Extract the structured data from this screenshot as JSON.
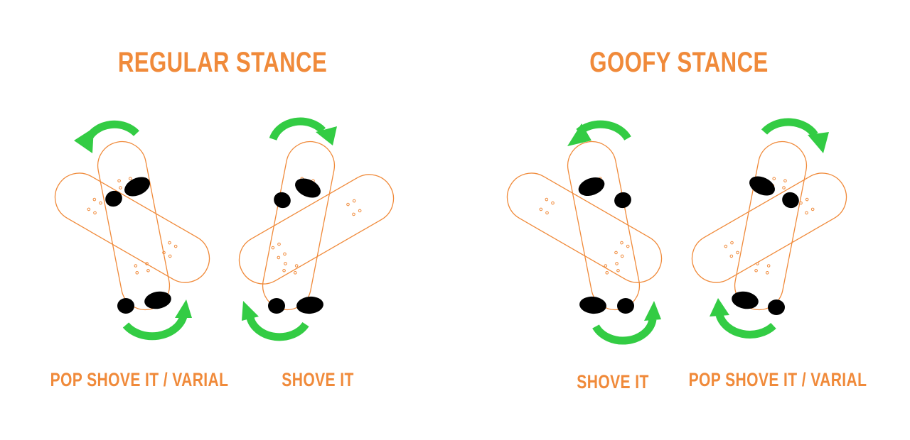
{
  "titles": {
    "regular": "REGULAR STANCE",
    "goofy": "GOOFY STANCE"
  },
  "tricks": [
    {
      "label": "POP SHOVE IT  /  VARIAL",
      "stance": "regular"
    },
    {
      "label": "SHOVE IT",
      "stance": "regular"
    },
    {
      "label": "SHOVE IT",
      "stance": "goofy"
    },
    {
      "label": "POP SHOVE IT  /  VARIAL",
      "stance": "goofy"
    }
  ],
  "colors": {
    "text": "#f08a3a",
    "board_outline": "#f08a3a",
    "arrow": "#33cc44",
    "footprint": "#2fbf3f"
  },
  "icons": [
    "skateboard-deck",
    "footprint",
    "rotation-arrow"
  ]
}
